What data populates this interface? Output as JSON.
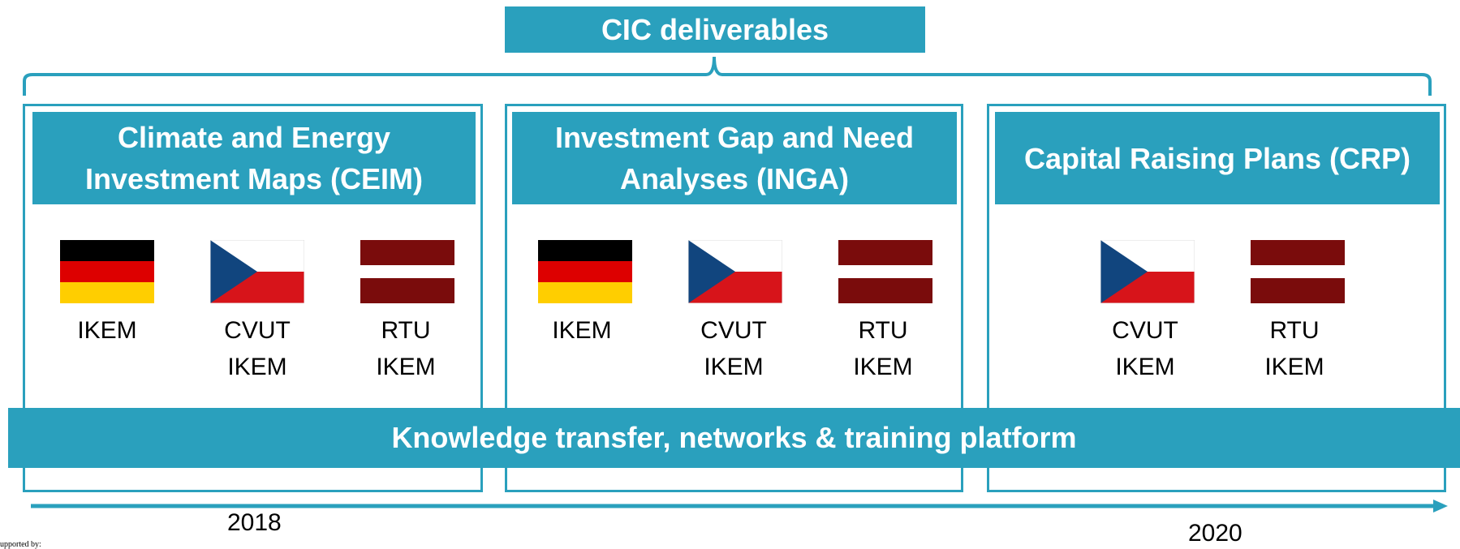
{
  "title": "CIC deliverables",
  "columns": [
    {
      "heading_line1": "Climate and Energy",
      "heading_line2": "Investment Maps (CEIM)",
      "partners": [
        {
          "flag": "germany-flag",
          "line1": "IKEM",
          "line2": ""
        },
        {
          "flag": "czech-flag",
          "line1": "CVUT",
          "line2": "IKEM"
        },
        {
          "flag": "latvia-flag",
          "line1": "RTU",
          "line2": "IKEM"
        }
      ]
    },
    {
      "heading_line1": "Investment Gap and Need",
      "heading_line2": "Analyses (INGA)",
      "partners": [
        {
          "flag": "germany-flag",
          "line1": "IKEM",
          "line2": ""
        },
        {
          "flag": "czech-flag",
          "line1": "CVUT",
          "line2": "IKEM"
        },
        {
          "flag": "latvia-flag",
          "line1": "RTU",
          "line2": "IKEM"
        }
      ]
    },
    {
      "heading_line1": "Capital Raising Plans (CRP)",
      "heading_line2": "",
      "partners": [
        {
          "flag": "czech-flag",
          "line1": "CVUT",
          "line2": "IKEM"
        },
        {
          "flag": "latvia-flag",
          "line1": "RTU",
          "line2": "IKEM"
        }
      ]
    }
  ],
  "platform": "Knowledge transfer, networks & training platform",
  "timeline": {
    "start": "2018",
    "end": "2020"
  },
  "footer_note": "upported by:",
  "colors": {
    "accent": "#2aa0bd",
    "germany": [
      "#000000",
      "#dd0000",
      "#ffce00"
    ],
    "czech": [
      "#ffffff",
      "#d7141a",
      "#11457e"
    ],
    "latvia": [
      "#7a0c0c",
      "#ffffff"
    ]
  }
}
